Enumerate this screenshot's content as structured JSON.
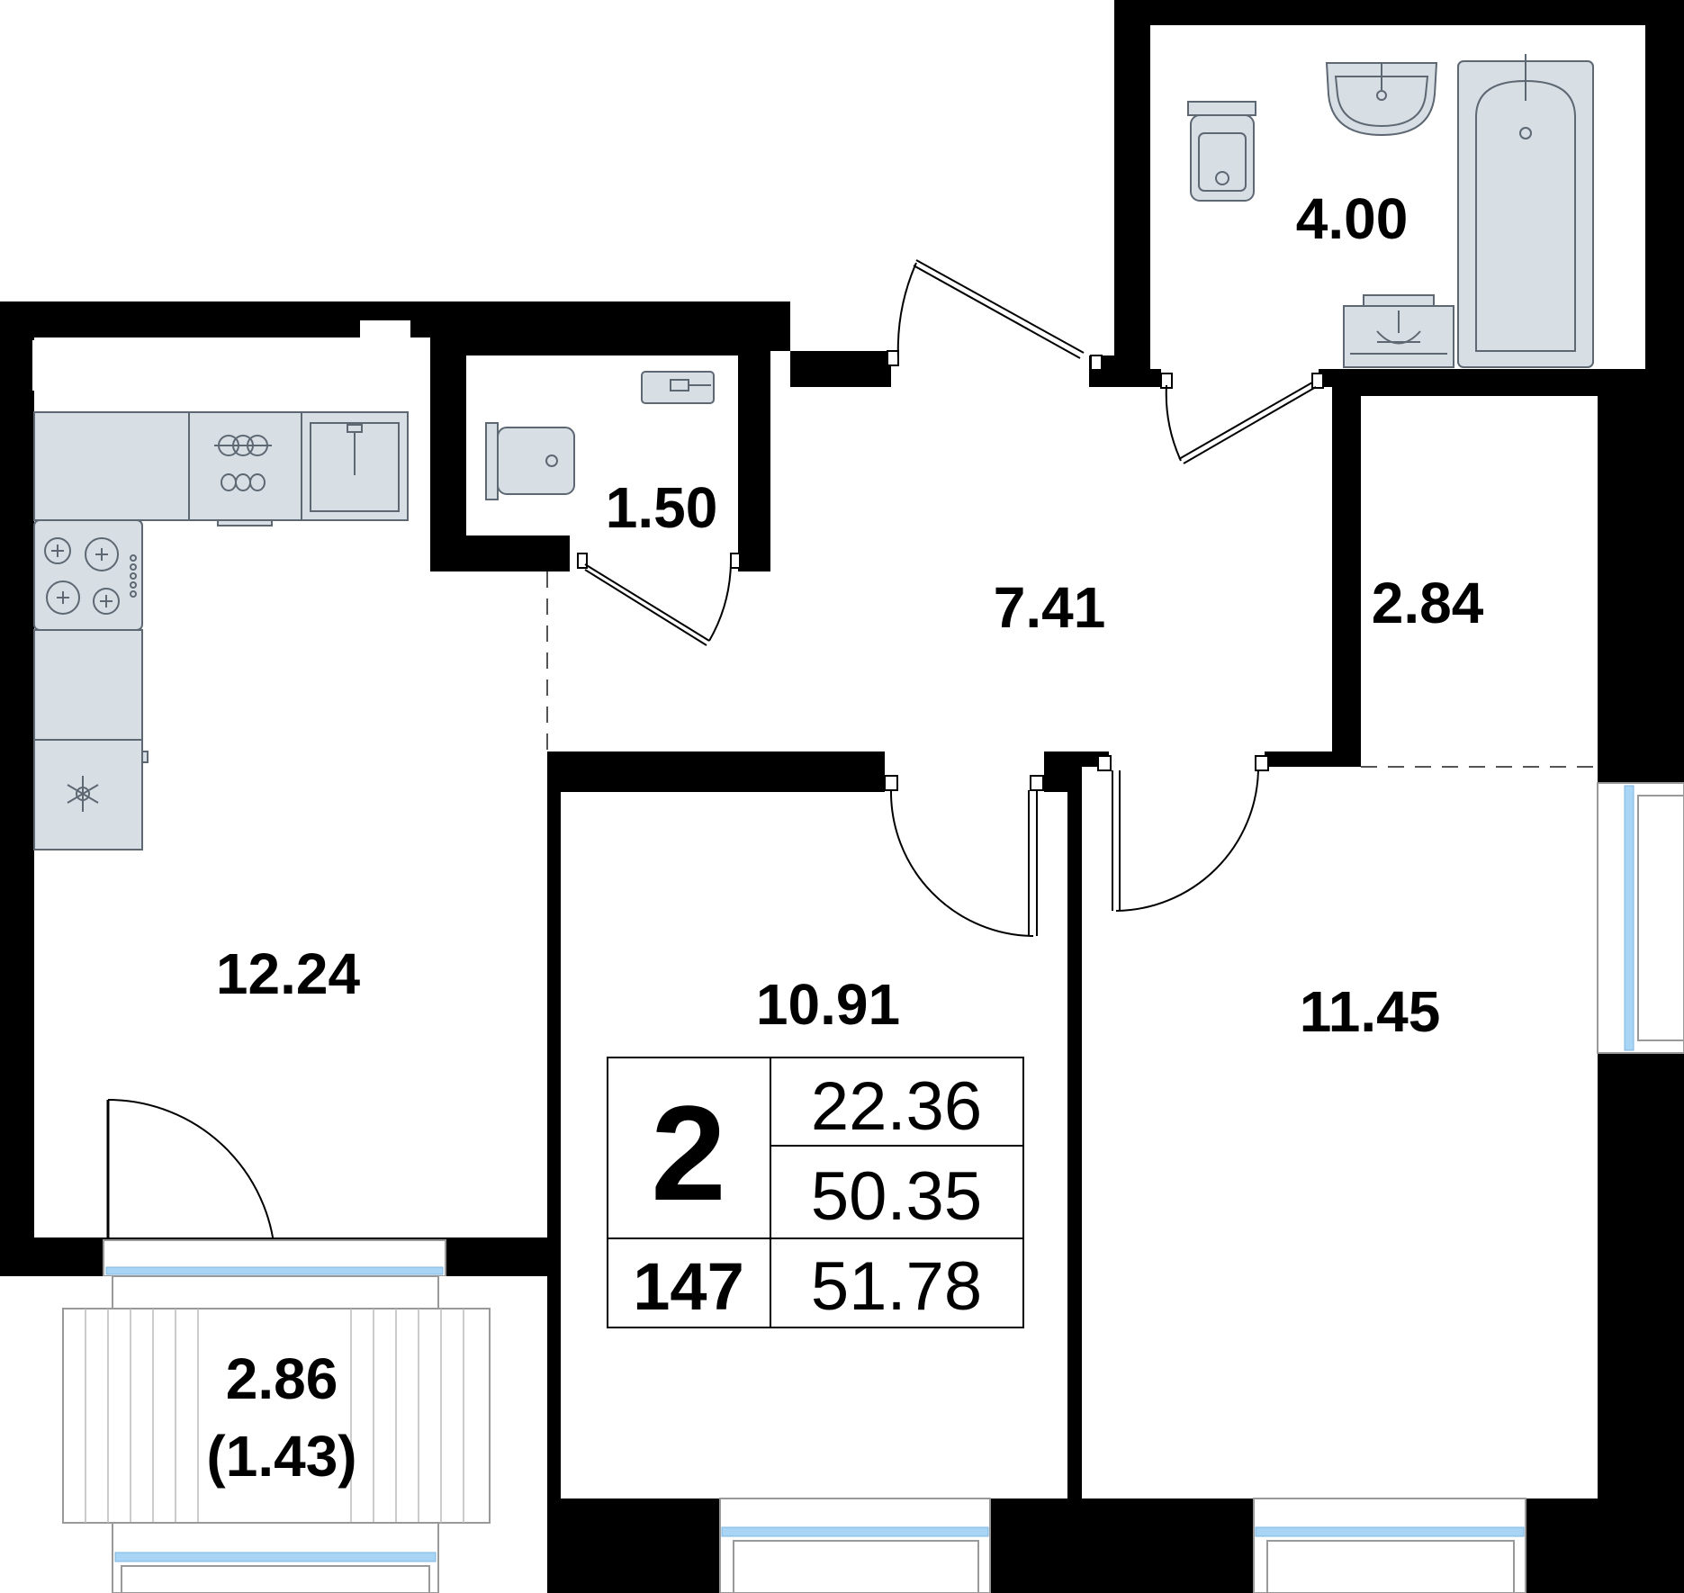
{
  "colors": {
    "wall": "#000000",
    "fixture_fill": "#d7dee4",
    "fixture_stroke": "#5d6873",
    "window_glass": "#a8d4f5"
  },
  "rooms": {
    "bathroom": "4.00",
    "wc": "1.50",
    "hall": "7.41",
    "storage": "2.84",
    "kitchen": "12.24",
    "bedroom_left": "10.91",
    "bedroom_right": "11.45",
    "balcony_area": "2.86",
    "balcony_reduced": "(1.43)"
  },
  "summary": {
    "rooms_count": "2",
    "apartment_number": "147",
    "living_area": "22.36",
    "total_area": "50.35",
    "total_with_balcony": "51.78"
  },
  "icons": [
    "cooktop-icon",
    "kitchen-sink-icon",
    "oven-icon",
    "fridge-snowflake-icon",
    "toilet-icon",
    "washbasin-icon",
    "bathtub-icon",
    "washing-machine-icon"
  ]
}
